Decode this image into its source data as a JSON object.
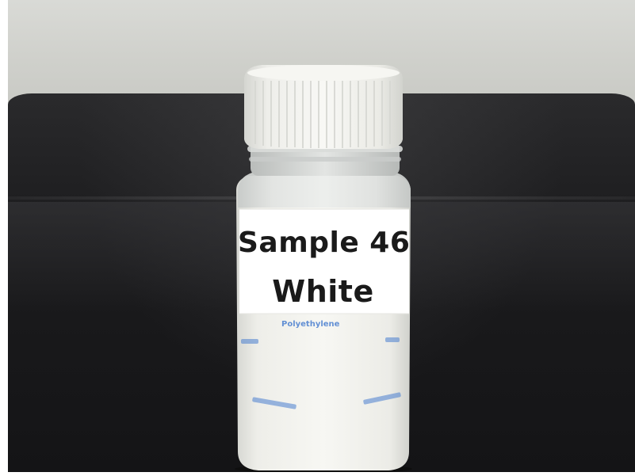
{
  "photo": {
    "subject": "sample bottle",
    "label": {
      "line1": "Sample 46",
      "line2": "White"
    },
    "printed_text": {
      "material": "Polyethylene"
    },
    "colors": {
      "wall": "#d0d1cc",
      "benchtop": "#1c1c1e",
      "bottle": "#f4f4ef",
      "cap": "#f1f1ec",
      "label": "#ffffff",
      "printed_blue": "#4a7fd0"
    }
  }
}
